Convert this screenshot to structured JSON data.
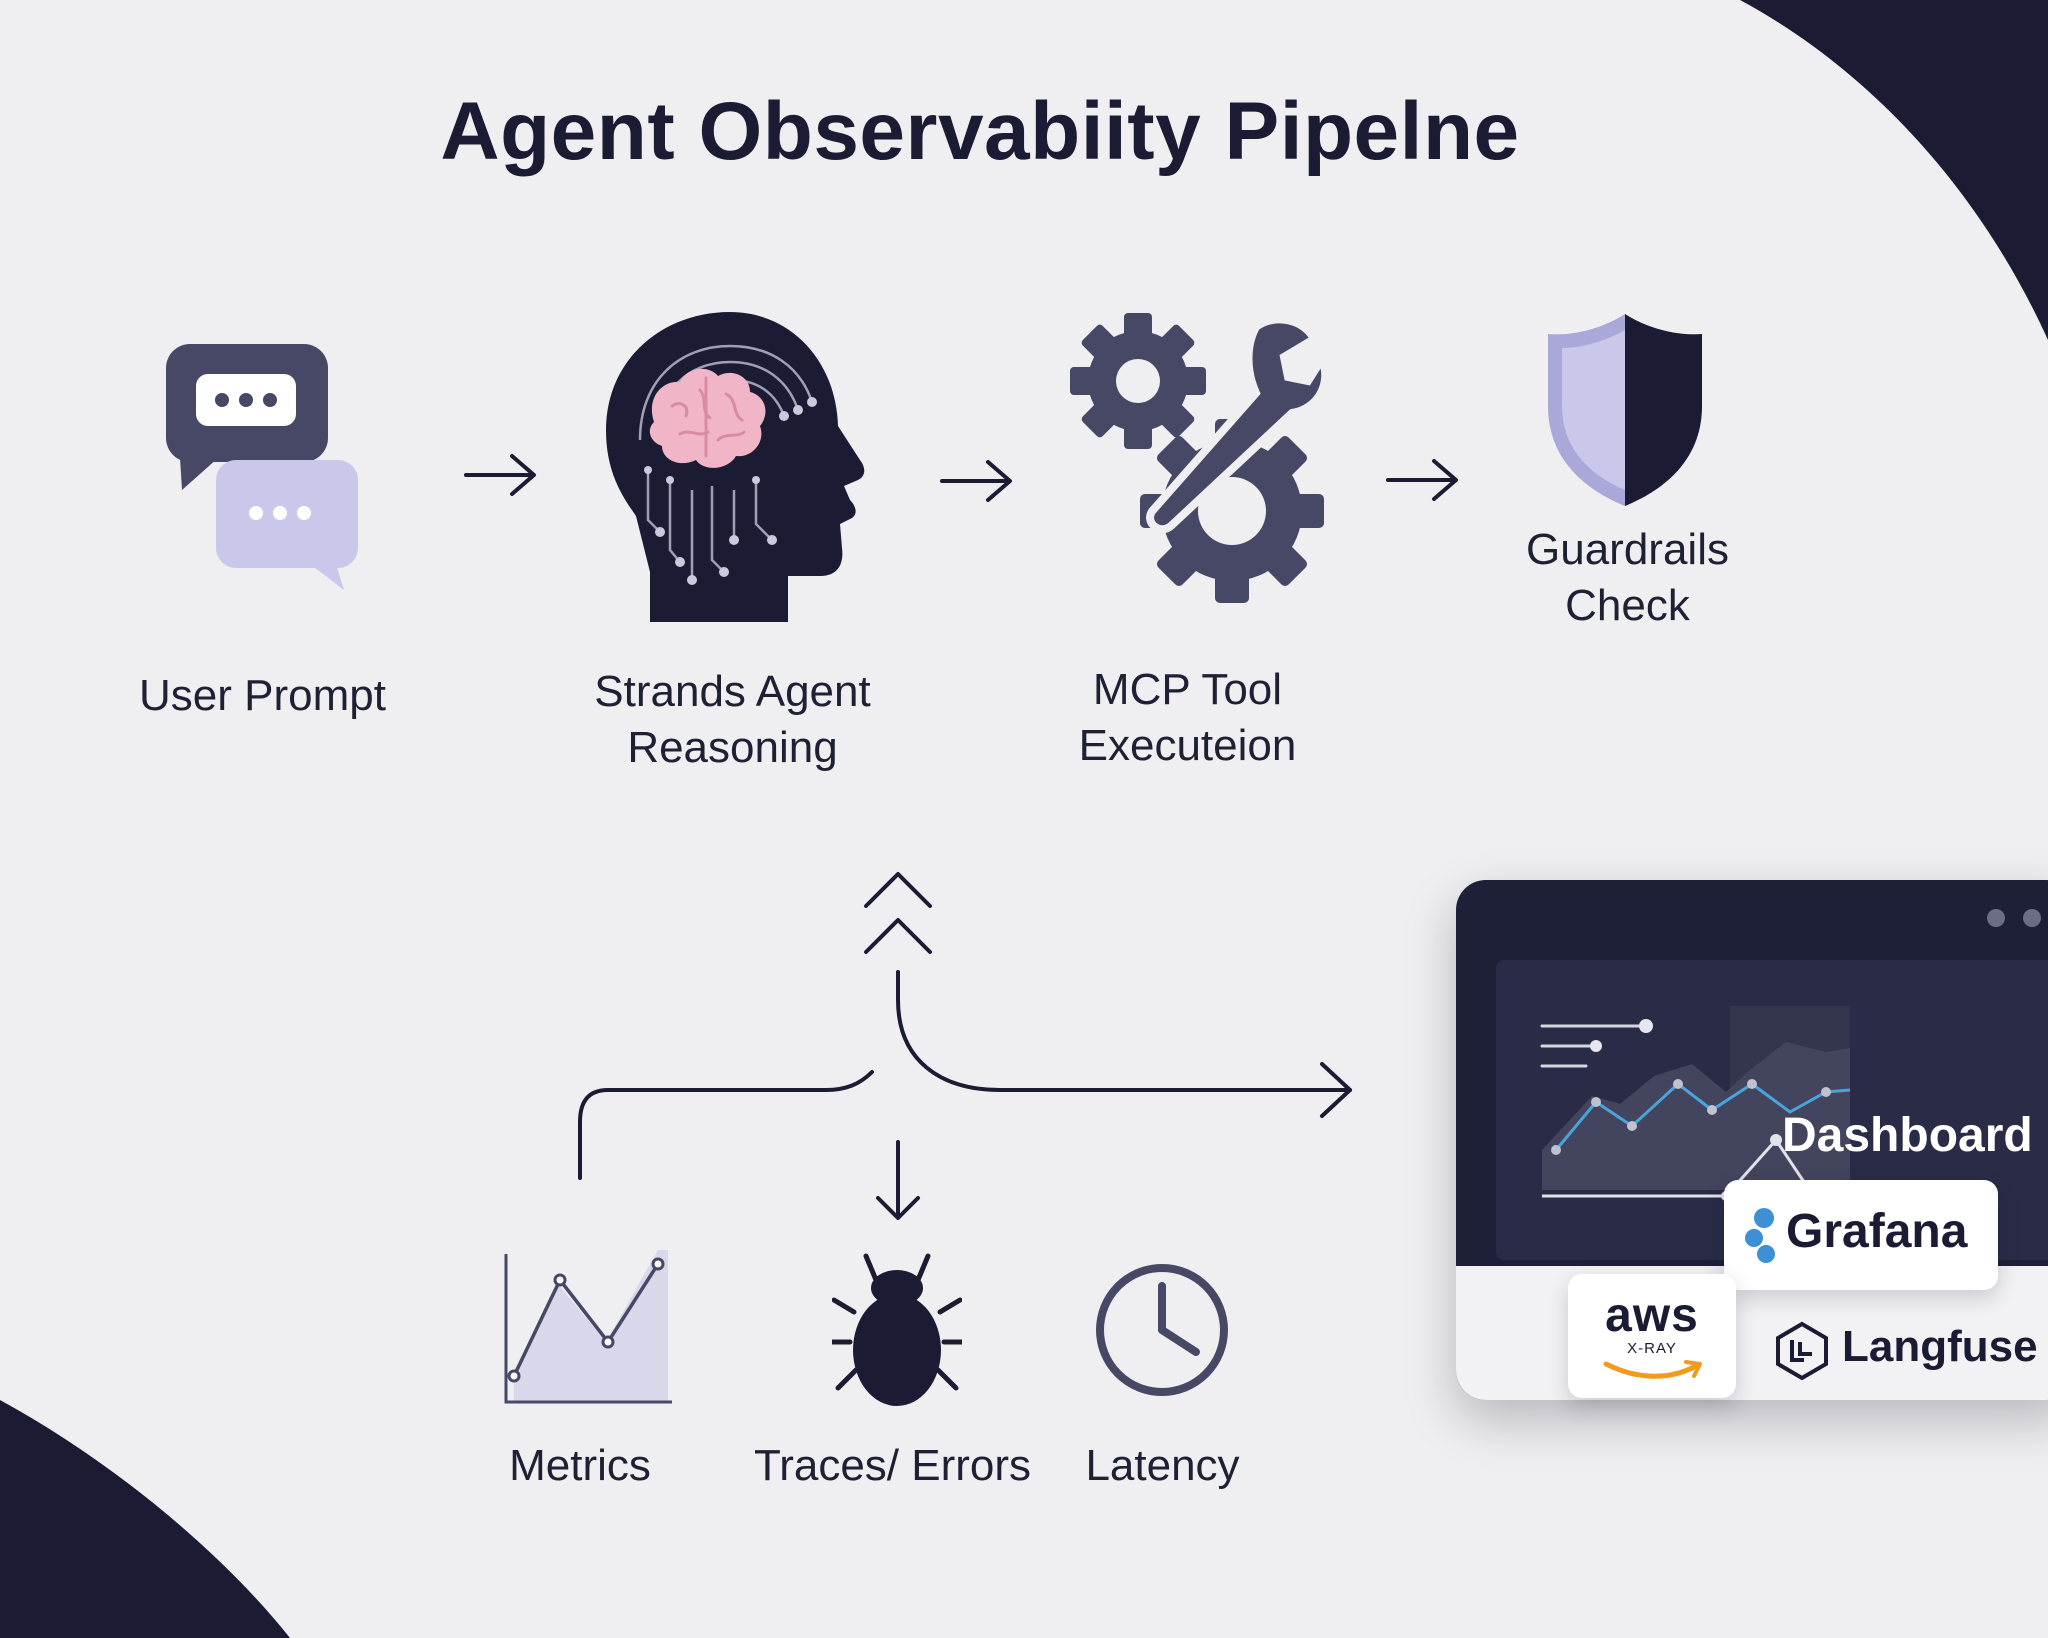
{
  "title": "Agent Observabiity Pipelne",
  "steps": [
    {
      "label": "User Prompt",
      "icon": "chat-bubbles-icon"
    },
    {
      "label": "Strands Agent\nReasoning",
      "icon": "ai-head-brain-icon"
    },
    {
      "label": "MCP Tool\nExecuteion",
      "icon": "gears-wrench-icon"
    },
    {
      "label": "Guardrails\nCheck",
      "icon": "shield-icon"
    }
  ],
  "signals": [
    {
      "label": "Metrics",
      "icon": "line-chart-icon"
    },
    {
      "label": "Traces/ Errors",
      "icon": "bug-icon"
    },
    {
      "label": "Latency",
      "icon": "clock-icon"
    }
  ],
  "dashboard": {
    "label": "Dashboard",
    "tools": [
      "Grafana",
      "Langfuse"
    ],
    "aws_logo": {
      "main": "aws",
      "sub": "X-RAY"
    }
  },
  "colors": {
    "navy": "#1b1c33",
    "lavender": "#c9c8ea",
    "slate": "#464866",
    "brain_pink": "#f0b6c8",
    "grafana_blue": "#3d8fd6",
    "aws_orange": "#f29a1f"
  }
}
